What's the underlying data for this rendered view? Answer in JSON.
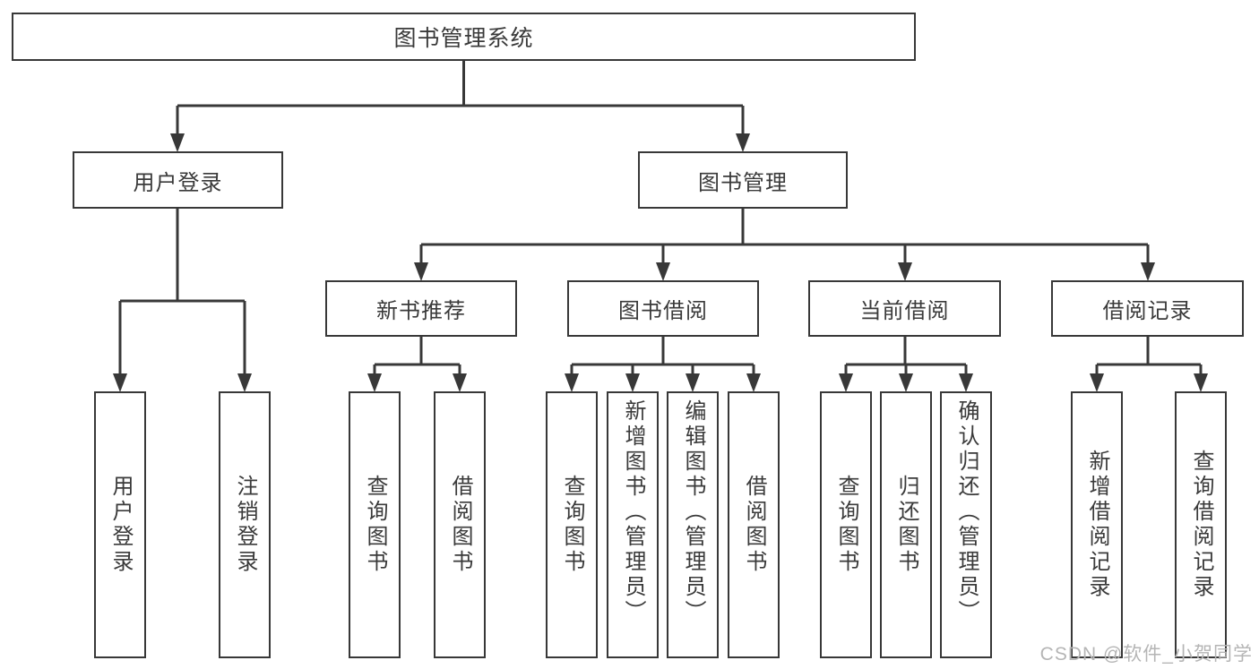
{
  "colors": {
    "background": "#ffffff",
    "line": "#383838",
    "box_border": "#383838",
    "text": "#3a3a3a",
    "watermark": "#b5b5b5"
  },
  "tree": {
    "root": {
      "label": "图书管理系统"
    },
    "branches": [
      {
        "label": "用户登录",
        "children": [
          "用户登录",
          "注销登录"
        ]
      },
      {
        "label": "图书管理",
        "groups": [
          {
            "label": "新书推荐",
            "children": [
              "查询图书",
              "借阅图书"
            ]
          },
          {
            "label": "图书借阅",
            "children": [
              "查询图书",
              "新增图书（管理员）",
              "编辑图书（管理员）",
              "借阅图书"
            ]
          },
          {
            "label": "当前借阅",
            "children": [
              "查询图书",
              "归还图书",
              "确认归还（管理员）"
            ]
          },
          {
            "label": "借阅记录",
            "children": [
              "新增借阅记录",
              "查询借阅记录"
            ]
          }
        ]
      }
    ]
  },
  "watermark": "CSDN @软件_小贺同学"
}
